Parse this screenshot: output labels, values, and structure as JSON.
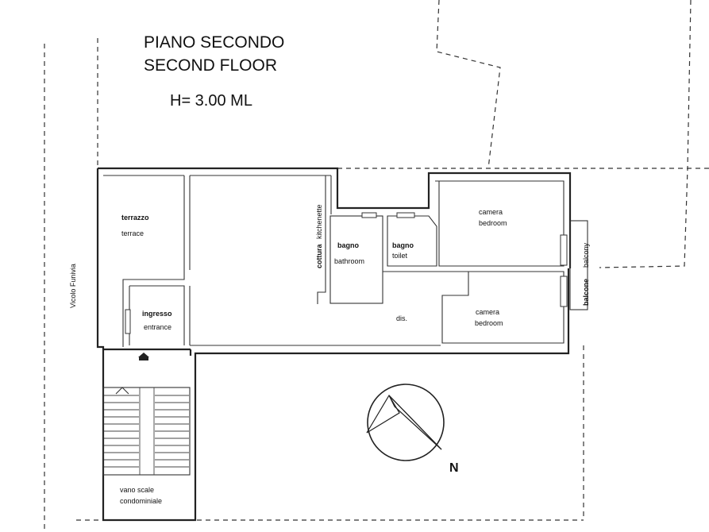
{
  "header": {
    "title_it": "PIANO SECONDO",
    "title_en": "SECOND FLOOR",
    "height": "H= 3.00 ML"
  },
  "street": "Vicolo Funivia",
  "rooms": {
    "terrace": {
      "it": "terrazzo",
      "en": "terrace"
    },
    "entrance": {
      "it": "ingresso",
      "en": "entrance"
    },
    "kitchenette": {
      "it": "cottura",
      "en": "kitchenette"
    },
    "bathroom": {
      "it": "bagno",
      "en": "bathroom"
    },
    "toilet": {
      "it": "bagno",
      "en": "toilet"
    },
    "bedroom1": {
      "it": "camera",
      "en": "bedroom"
    },
    "bedroom2": {
      "it": "camera",
      "en": "bedroom"
    },
    "corridor": {
      "it": "dis."
    },
    "balcony": {
      "it": "balcone",
      "en": "balcony"
    },
    "stairwell": {
      "it": "vano scale",
      "it2": "condominiale"
    }
  },
  "compass": {
    "label": "N"
  }
}
